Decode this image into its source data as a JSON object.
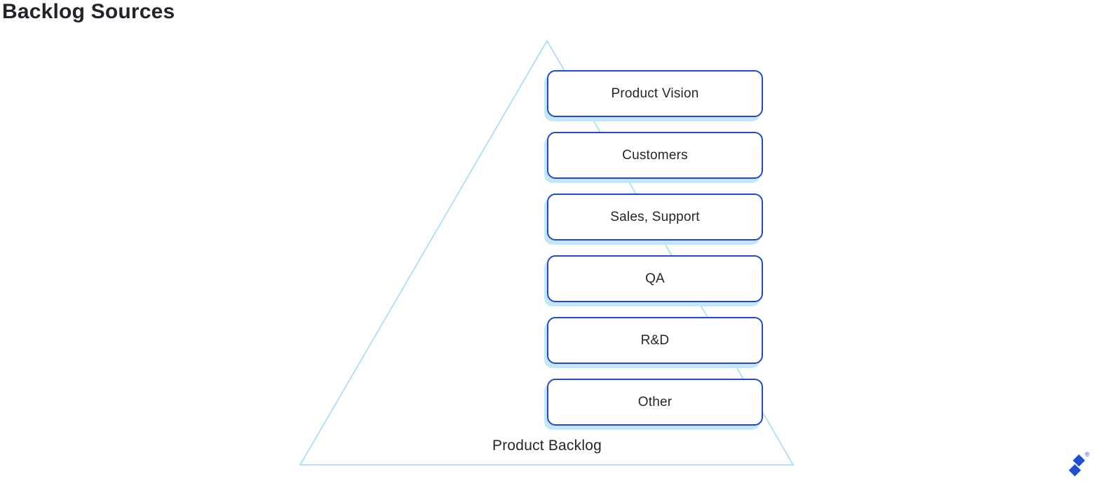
{
  "page": {
    "title": "Backlog Sources"
  },
  "pyramid": {
    "base_label": "Product Backlog",
    "sources": [
      {
        "label": "Product Vision"
      },
      {
        "label": "Customers"
      },
      {
        "label": "Sales, Support"
      },
      {
        "label": "QA"
      },
      {
        "label": "R&D"
      },
      {
        "label": "Other"
      }
    ]
  },
  "branding": {
    "logo": "toptal-logo",
    "registered_symbol": "®"
  },
  "colors": {
    "box_border": "#2348C8",
    "box_shadow": "#C2E7FB",
    "triangle_stroke": "#AADEF8",
    "text": "#22262C",
    "logo_blue": "#204ECF"
  }
}
